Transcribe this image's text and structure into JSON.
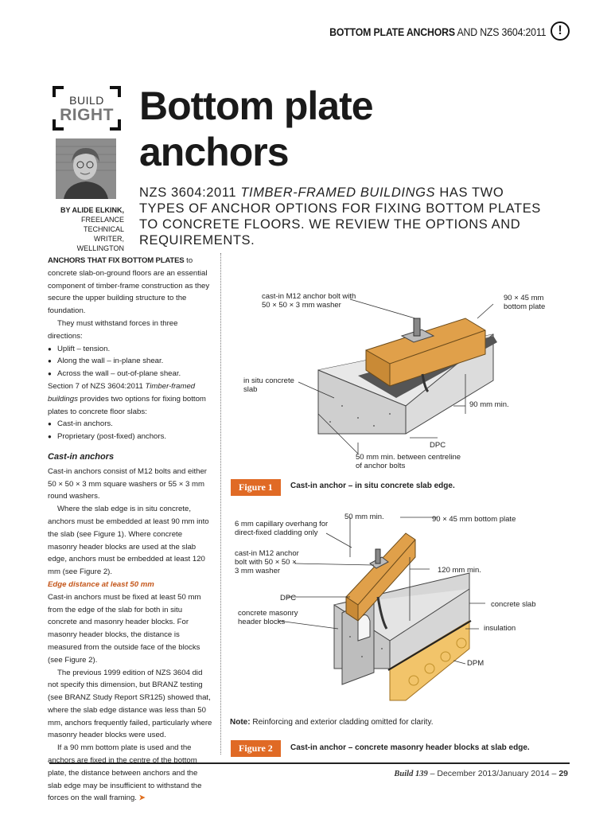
{
  "header": {
    "running_bold": "BOTTOM PLATE ANCHORS",
    "running_rest": " AND NZS 3604:2011",
    "alert_symbol": "!"
  },
  "logo": {
    "line1": "BUILD",
    "line2": "RIGHT"
  },
  "title": {
    "line1": "Bottom plate",
    "line2": "anchors"
  },
  "author": {
    "name": "BY ALIDE ELKINK,",
    "role1": "FREELANCE TECHNICAL",
    "role2": "WRITER, WELLINGTON"
  },
  "standfirst": {
    "part1": "NZS 3604:2011 ",
    "italic": "TIMBER-FRAMED BUILDINGS",
    "part2": " HAS TWO TYPES OF ANCHOR OPTIONS FOR FIXING BOTTOM PLATES TO CONCRETE FLOORS. WE REVIEW THE OPTIONS AND REQUIREMENTS."
  },
  "body": {
    "p1_lead": "ANCHORS THAT FIX BOTTOM PLATES",
    "p1_text": " to concrete slab-on-ground floors are an essential component of timber-frame construction as they secure the upper building structure to the foundation.",
    "p2": "They must withstand forces in three directions:",
    "forces": [
      "Uplift – tension.",
      "Along the wall – in-plane shear.",
      "Across the wall – out-of-plane shear."
    ],
    "p3_a": "Section 7 of NZS 3604:2011 ",
    "p3_italic": "Timber-framed buildings",
    "p3_b": " provides two options for fixing bottom plates to concrete floor slabs:",
    "options": [
      "Cast-in anchors.",
      "Proprietary (post-fixed) anchors."
    ],
    "h_castin": "Cast-in anchors",
    "p4": "Cast-in anchors consist of M12 bolts and either 50 × 50 × 3 mm square washers or 55 × 3 mm round washers.",
    "p5": "Where the slab edge is in situ concrete, anchors must be embedded at least 90 mm into the slab (see Figure 1). Where concrete masonry header blocks are used at the slab edge, anchors must be embedded at least 120 mm (see Figure 2).",
    "h_edge": "Edge distance at least 50 mm",
    "p6": "Cast-in anchors must be fixed at least 50 mm from the edge of the slab for both in situ concrete and masonry header blocks. For masonry header blocks, the distance is measured from the outside face of the blocks (see Figure 2).",
    "p7": "The previous 1999 edition of NZS 3604 did not specify this dimension, but BRANZ testing (see BRANZ Study Report SR125) showed that, where the slab edge distance was less than 50 mm, anchors frequently failed, particularly where masonry header blocks were used.",
    "p8": "If a 90 mm bottom plate is used and the anchors are fixed in the centre of the bottom plate, the distance between anchors and the slab edge may be insufficient to withstand the forces on the wall framing.",
    "continue_mark": "➤"
  },
  "figure1": {
    "tag": "Figure 1",
    "caption": "Cast-in anchor – in situ concrete slab edge.",
    "labels": {
      "bolt1": "cast-in M12 anchor bolt with",
      "bolt2": "50 × 50 × 3 mm washer",
      "plate1": "90 × 45 mm",
      "plate2": "bottom plate",
      "slab1": "in situ concrete",
      "slab2": "slab",
      "depth": "90 mm min.",
      "dpc": "DPC",
      "edge1": "50 mm min. between centreline",
      "edge2": "of anchor bolts"
    }
  },
  "figure2": {
    "tag": "Figure 2",
    "caption": "Cast-in anchor – concrete masonry header blocks at slab edge.",
    "note_bold": "Note:",
    "note": " Reinforcing and exterior cladding omitted for clarity.",
    "labels": {
      "edge": "50 mm min.",
      "plate": "90 × 45 mm bottom plate",
      "overhang1": "6 mm capillary overhang for",
      "overhang2": "direct-fixed cladding only",
      "bolt1": "cast-in M12 anchor",
      "bolt2": "bolt with 50 × 50 ×",
      "bolt3": "3 mm washer",
      "depth": "120 mm min.",
      "dpc": "DPC",
      "slab": "concrete slab",
      "blocks1": "concrete masonry",
      "blocks2": "header blocks",
      "insulation": "insulation",
      "dpm": "DPM"
    }
  },
  "footer": {
    "mag": "Build 139",
    "date": " – December 2013/January 2014 – ",
    "page": "29"
  }
}
